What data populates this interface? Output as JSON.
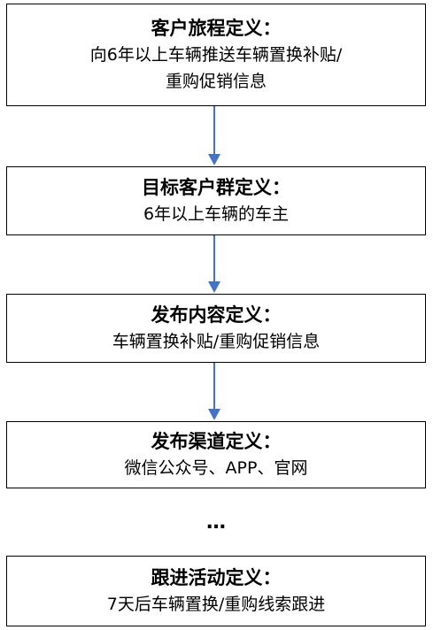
{
  "colors": {
    "arrow": "#4472C4",
    "border": "#000000"
  },
  "steps": [
    {
      "title": "客户旅程定义：",
      "lines": [
        "向6年以上车辆推送车辆置换补贴/",
        "重购促销信息"
      ]
    },
    {
      "title": "目标客户群定义：",
      "lines": [
        "6年以上车辆的车主"
      ]
    },
    {
      "title": "发布内容定义：",
      "lines": [
        "车辆置换补贴/重购促销信息"
      ]
    },
    {
      "title": "发布渠道定义：",
      "lines": [
        "微信公众号、APP、官网"
      ]
    },
    {
      "title": "跟进活动定义：",
      "lines": [
        "7天后车辆置换/重购线索跟进"
      ]
    }
  ],
  "ellipsis": "…"
}
